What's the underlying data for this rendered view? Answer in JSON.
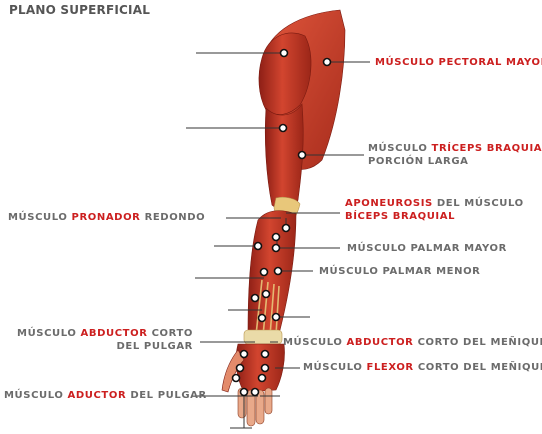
{
  "title": "PLANO SUPERFICIAL",
  "colors": {
    "highlight": "#cc1f1f",
    "label": "#6b6b6b",
    "muscle": "#c0392b",
    "tendon": "#e8c77a"
  },
  "labels": {
    "pectoral": {
      "pre": "",
      "hl": "MÚSCULO PECTORAL MAYOR",
      "post": ""
    },
    "triceps_l1": {
      "pre": "MÚSCULO ",
      "hl": "TRÍCEPS BRAQUIAL",
      "post": ""
    },
    "triceps_l2": "PORCIÓN LARGA",
    "aponeurosis_l1": {
      "pre": "",
      "hl": "APONEUROSIS",
      "post": " DEL MÚSCULO"
    },
    "aponeurosis_l2": {
      "pre": "",
      "hl": "BÍCEPS BRAQUIAL",
      "post": ""
    },
    "pronador": {
      "pre": "MÚSCULO ",
      "hl": "PRONADOR",
      "post": " REDONDO"
    },
    "palmar_mayor": "MÚSCULO PALMAR MAYOR",
    "palmar_menor": "MÚSCULO PALMAR MENOR",
    "abductor_corto_l1": {
      "pre": "MÚSCULO ",
      "hl": "ABDUCTOR",
      "post": " CORTO"
    },
    "abductor_corto_l2": "DEL PULGAR",
    "abductor_menique": {
      "pre": "MÚSCULO ",
      "hl": "ABDUCTOR",
      "post": " CORTO DEL MEÑIQUE"
    },
    "flexor_menique": {
      "pre": "MÚSCULO ",
      "hl": "FLEXOR",
      "post": " CORTO DEL MEÑIQUE"
    },
    "aductor_pulgar": {
      "pre": "MÚSCULO ",
      "hl": "ADUCTOR",
      "post": " DEL PULGAR"
    }
  }
}
